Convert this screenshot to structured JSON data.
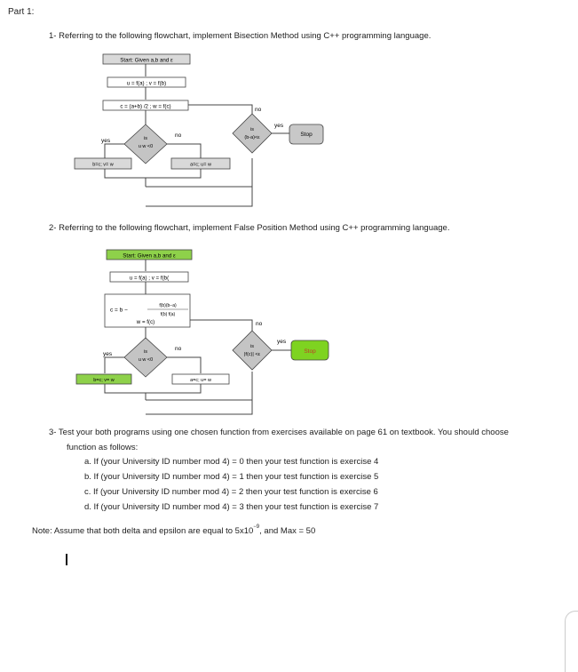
{
  "header": {
    "part": "Part 1:"
  },
  "q1": {
    "text": "1-  Referring to the following flowchart, implement Bisection Method using C++ programming language.",
    "start": "Start: Given a,b and ε",
    "eval_ab": "u = f(a) ; v = f(b)",
    "midpoint": "c = (a+b) /2 ; w = f(c)",
    "is": "is",
    "cond_uw": "u w <0",
    "cond_conv": "(b-a)<ε",
    "yes": "yes",
    "no": "no",
    "stop": "Stop",
    "assign_left": "b=c; v= w",
    "assign_right": "a=c; u= w"
  },
  "q2": {
    "text": "2-  Referring to the following flowchart, implement False Position Method using C++ programming language.",
    "start": "Start: Given a,b and ε",
    "eval_ab": "u = f(a) ; v = f(b(",
    "formula_lhs": "c = b −",
    "formula_num": "f(b)(b−a)",
    "formula_den": "f(b)  f(a)",
    "eval_c": "w = f(c)",
    "is": "is",
    "cond_uw": "u w <0",
    "cond_conv": "|f(c)| <ε",
    "yes": "yes",
    "no": "no",
    "stop": "Stop",
    "assign_left": "b=c; v= w",
    "assign_right": "a=c; u= w"
  },
  "q3": {
    "text": "3-  Test your both programs using one chosen function from exercises available on page 61 on textbook. You should choose",
    "text2": "function as follows:",
    "items": [
      "a.   If (your University ID number mod 4) = 0 then your test function is exercise 4",
      "b.   If (your University ID number mod 4) = 1 then your test function is exercise 5",
      "c.   If (your University ID number mod 4) = 2 then your test function is exercise 6",
      "d.   If (your University ID number mod 4) = 3 then your test function is exercise 7"
    ]
  },
  "note": {
    "prefix": "Note: Assume that both delta and epsilon are equal to 5x10",
    "exponent": "−9",
    "suffix": ", and Max = 50"
  },
  "colors": {
    "box1": "#d9d9d9",
    "box2_start": "#8ed14a",
    "box2_assign": "#8ed14a",
    "stop1": "#c8c8c8",
    "stop2": "#7ed321",
    "diamond": "#c4c4c4",
    "line": "#444444"
  }
}
